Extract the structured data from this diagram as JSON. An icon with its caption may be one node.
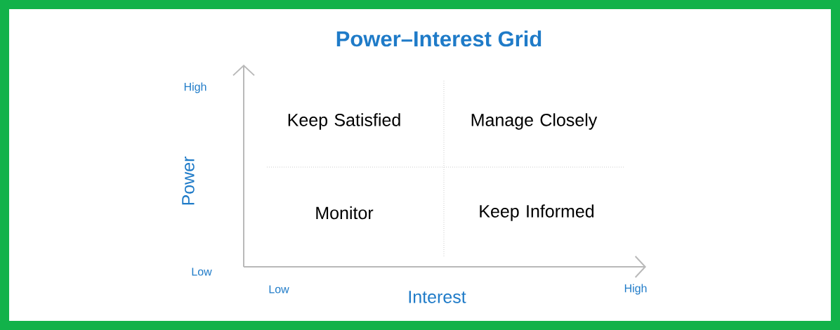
{
  "diagram": {
    "title": "Power–Interest Grid",
    "labels": [
      "High",
      "Keep Satisfied",
      "Manage Closely",
      "Power",
      "Monitor",
      "Keep Informed",
      "Low",
      "Low",
      "Interest",
      "High"
    ]
  }
}
